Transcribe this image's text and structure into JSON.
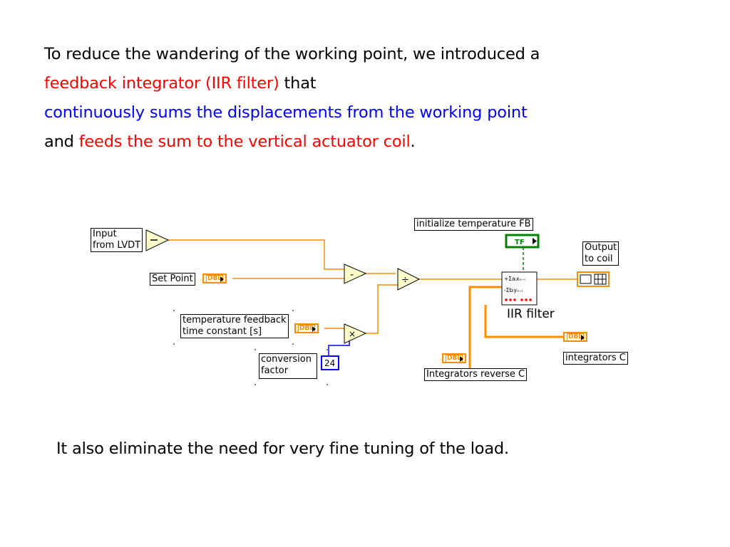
{
  "text": {
    "line1": "To reduce the wandering of the working point, we introduced a",
    "line2_red": "feedback integrator (IIR filter)",
    "line2_black": " that",
    "line3_blue": "continuously sums the displacements from the working point",
    "line4_and": "and ",
    "line4_red": "feeds the sum to the vertical actuator coil",
    "line4_end": ".",
    "footer": "It also eliminate the need for very fine tuning of the load."
  },
  "diagram": {
    "input_label_1": "Input",
    "input_label_2": "from LVDT",
    "setpoint_label": "Set Point",
    "temp_label_1": "temperature feedback",
    "temp_label_2": "time constant [s]",
    "conv_label_1": "conversion",
    "conv_label_2": "factor",
    "conv_value": "24",
    "init_label": "initialize temperature FB",
    "bool_text": "TF",
    "output_label_1": "Output",
    "output_label_2": "to coil",
    "iir_label": "IIR filter",
    "integrators_c": "integrators C",
    "integrators_rev": "Integrators reverse C",
    "dbl_text": "DBL",
    "op_minus": "-",
    "op_div": "÷",
    "op_mul": "×",
    "iir_formula_1": "+Σaᵢxₙ₋ᵢ",
    "iir_formula_2": "-Σbᵢyₙ₋ᵢ",
    "colors": {
      "wire_orange": "#ff8c00",
      "wire_blue": "#0000ff",
      "bool_green": "#008000"
    }
  }
}
